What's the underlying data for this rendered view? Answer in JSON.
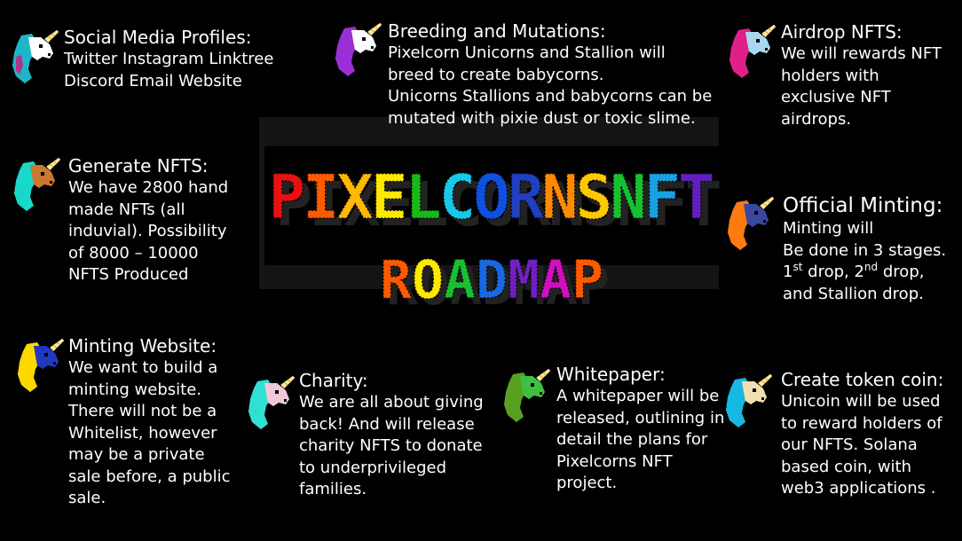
{
  "logo": {
    "title": "PIXELCORNSNFT",
    "subtitle": "ROADMAP",
    "title_colors": [
      "#e81010",
      "#ff5a00",
      "#ffb800",
      "#ffe800",
      "#18b818",
      "#18c8e8",
      "#1050e0",
      "#2040c0",
      "#ff8a00",
      "#ffc800",
      "#18c030",
      "#18a0e0",
      "#6020c0"
    ],
    "subtitle_colors": [
      "#ff5a00",
      "#ffe800",
      "#18c030",
      "#1868e0",
      "#7020c0",
      "#d010c0",
      "#ff5a00"
    ]
  },
  "sections": {
    "social": {
      "title": "Social Media Profiles:",
      "lines": [
        "Twitter Instagram Linktree",
        "Discord Email Website"
      ]
    },
    "breeding": {
      "title": "Breeding and Mutations:",
      "lines": [
        "Pixelcorn Unicorns and Stallion will",
        "breed to create babycorns.",
        "Unicorns Stallions and babycorns can be",
        "mutated with pixie dust or toxic slime."
      ]
    },
    "airdrop": {
      "title": "Airdrop NFTS:",
      "lines": [
        "We will rewards NFT",
        "holders with",
        "exclusive NFT",
        "airdrops."
      ]
    },
    "generate": {
      "title": "Generate NFTS:",
      "lines": [
        "We have 2800 hand",
        "made NFTs (all",
        "induvial). Possibility",
        "of 8000 – 10000",
        "NFTS Produced"
      ]
    },
    "official": {
      "title": "Official Minting:",
      "lines": [
        "Minting will",
        "Be done in 3 stages."
      ],
      "drops": {
        "first_num": "1",
        "first_sup": "st",
        "first_rest": " drop, ",
        "second_num": "2",
        "second_sup": "nd",
        "second_rest": " drop,"
      },
      "last_line": "and Stallion drop."
    },
    "website": {
      "title": "Minting Website:",
      "lines": [
        "We want to build a",
        "minting website.",
        "There will not be a",
        "Whitelist, however",
        "may be a private",
        "sale before, a public",
        "sale."
      ]
    },
    "charity": {
      "title": "Charity:",
      "lines": [
        "We are all about giving",
        "back! And will release",
        "charity NFTS to donate",
        "to underprivileged",
        "families."
      ]
    },
    "whitepaper": {
      "title": "Whitepaper:",
      "lines": [
        "A whitepaper will be",
        "released, outlining in",
        "detail the plans for",
        "Pixelcorns NFT",
        "project."
      ]
    },
    "token": {
      "title": "Create token coin:",
      "lines": [
        "Unicoin will be used",
        "to reward holders of",
        "our NFTS. Solana",
        "based coin, with",
        "web3 applications ."
      ]
    }
  },
  "icons": {
    "social": {
      "name": "unicorn-head-icon",
      "mane": "#1fb5c8",
      "mane2": "#d4147a",
      "face": "#ffffff"
    },
    "breeding": {
      "name": "unicorn-head-icon",
      "mane": "#9b2fd6",
      "mane2": "#9b2fd6",
      "face": "#ffffff"
    },
    "airdrop": {
      "name": "unicorn-head-icon",
      "mane": "#e0208a",
      "mane2": "#e0208a",
      "face": "#a8d8f0"
    },
    "generate": {
      "name": "unicorn-head-icon",
      "mane": "#18d8c8",
      "mane2": "#18d8c8",
      "face": "#c87830"
    },
    "official": {
      "name": "unicorn-head-icon",
      "mane": "#ff7a10",
      "mane2": "#ff7a10",
      "face": "#3848a0"
    },
    "website": {
      "name": "unicorn-head-icon",
      "mane": "#ffd800",
      "mane2": "#ffd800",
      "face": "#2038c0"
    },
    "charity": {
      "name": "unicorn-head-icon",
      "mane": "#30e0d0",
      "mane2": "#30e0d0",
      "face": "#f0c8d8"
    },
    "whitepaper": {
      "name": "unicorn-head-icon",
      "mane": "#58a020",
      "mane2": "#58a020",
      "face": "#40c040"
    },
    "token": {
      "name": "unicorn-head-icon",
      "mane": "#18b8e0",
      "mane2": "#18b8e0",
      "face": "#f0e0b0"
    }
  }
}
